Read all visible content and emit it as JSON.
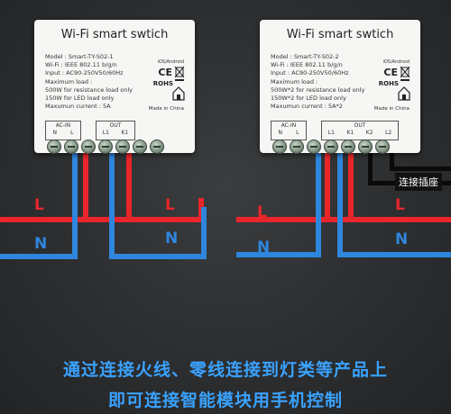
{
  "devices": [
    {
      "title": "Wi-Fi smart swtich",
      "specs": [
        "Model : Smart-TY-S02-1",
        "Wi-Fi : IEEE 802.11 b/g/n",
        "Input : AC90-250V50/60Hz",
        "Maximum load :",
        "500W for resistance load only",
        "150W for LED load only",
        "Maxumun current : 5A"
      ],
      "os_note": "iOS/Android",
      "ce": "CE",
      "rohs": "ROHS",
      "made_in": "Made in China",
      "acin_label": "AC-IN",
      "acin_terms": [
        "N",
        "L"
      ],
      "out_label": "OUT",
      "out_terms": [
        "L1",
        "K1"
      ]
    },
    {
      "title": "Wi-Fi smart swtich",
      "specs": [
        "Model : Smart-TY-S02-2",
        "Wi-Fi : IEEE 802.11 b/g/n",
        "Input : AC90-250V50/60Hz",
        "Maximum load :",
        "500W*2 for resistance load only",
        "150W*2 for LED load only",
        "Maxumun current : 5A*2"
      ],
      "os_note": "iOS/Android",
      "ce": "CE",
      "rohs": "ROHS",
      "made_in": "Made in China",
      "acin_label": "AC-IN",
      "acin_terms": [
        "N",
        "L"
      ],
      "out_label": "OUT",
      "out_terms": [
        "L1",
        "K1",
        "K2",
        "L2"
      ]
    }
  ],
  "wire_labels": {
    "live": "L",
    "neutral": "N"
  },
  "connect_tag": "连接插座",
  "caption_line1": "通过连接火线、零线连接到灯类等产品上",
  "caption_line2": "即可连接智能模块用手机控制",
  "colors": {
    "live": "#e8262b",
    "neutral": "#2f86dd",
    "caption": "#3aa2ff"
  }
}
